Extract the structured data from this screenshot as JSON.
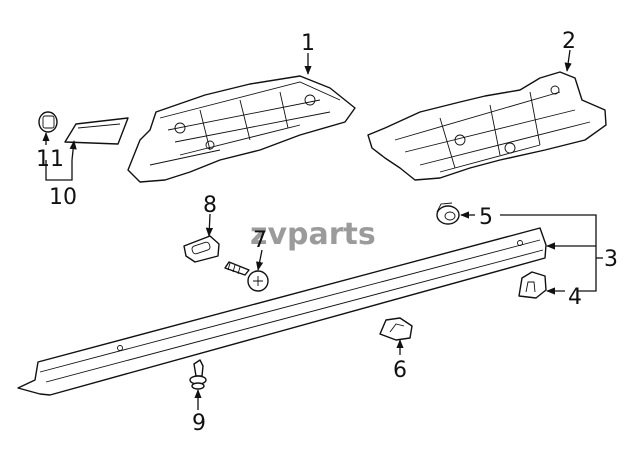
{
  "diagram": {
    "watermark": "zvparts",
    "callouts": {
      "c1": "1",
      "c2": "2",
      "c3": "3",
      "c4": "4",
      "c5": "5",
      "c6": "6",
      "c7": "7",
      "c8": "8",
      "c9": "9",
      "c10": "10",
      "c11": "11"
    }
  }
}
